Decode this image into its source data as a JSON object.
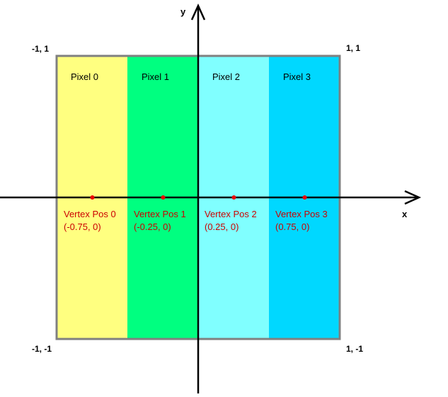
{
  "axes": {
    "x_label": "x",
    "y_label": "y"
  },
  "corners": {
    "top_left": "-1, 1",
    "top_right": "1, 1",
    "bottom_left": "-1, -1",
    "bottom_right": "1, -1"
  },
  "pixels": [
    {
      "label": "Pixel 0",
      "color": "#ffff80"
    },
    {
      "label": "Pixel 1",
      "color": "#00ff80"
    },
    {
      "label": "Pixel 2",
      "color": "#80ffff"
    },
    {
      "label": "Pixel 3",
      "color": "#00d8ff"
    }
  ],
  "vertices": [
    {
      "name": "Vertex Pos 0",
      "coord": "(-0.75, 0)",
      "x": -0.75,
      "y": 0
    },
    {
      "name": "Vertex Pos 1",
      "coord": "(-0.25, 0)",
      "x": -0.25,
      "y": 0
    },
    {
      "name": "Vertex Pos 2",
      "coord": "(0.25, 0)",
      "x": 0.25,
      "y": 0
    },
    {
      "name": "Vertex Pos 3",
      "coord": "(0.75, 0)",
      "x": 0.75,
      "y": 0
    }
  ],
  "colors": {
    "border": "#808080",
    "axis": "#000000",
    "vertex": "#ee0000"
  }
}
